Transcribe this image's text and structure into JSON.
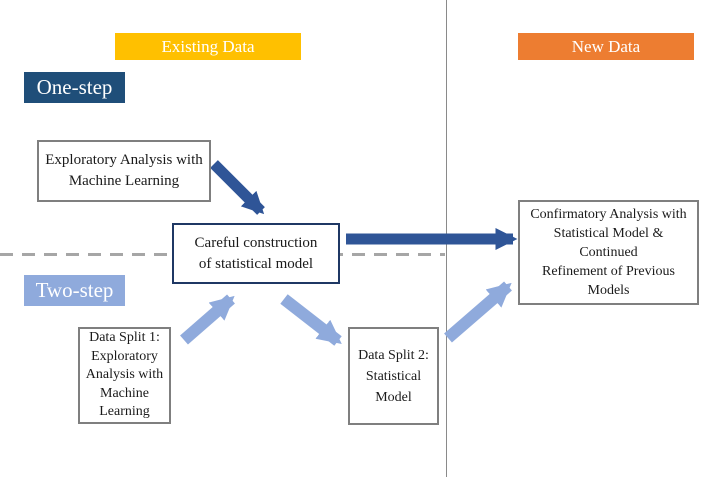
{
  "diagram": {
    "title_context": "One-step vs Two-step modeling workflow",
    "banners": {
      "existing_data": {
        "label": "Existing Data",
        "color": "#FFC000"
      },
      "new_data": {
        "label": "New Data",
        "color": "#ED7D31"
      },
      "one_step": {
        "label": "One-step",
        "color": "#1F4E79"
      },
      "two_step": {
        "label": "Two-step",
        "color": "#8FAADC"
      }
    },
    "boxes": {
      "exploratory": {
        "text": "Exploratory Analysis with Machine Learning",
        "lines": [
          "Exploratory Analysis with",
          "Machine Learning"
        ]
      },
      "careful": {
        "text": "Careful construction of statistical model",
        "lines": [
          "Careful construction",
          "of statistical model"
        ]
      },
      "data_split_1": {
        "text": "Data Split 1: Exploratory Analysis with Machine Learning",
        "lines": [
          "Data Split 1:",
          "Exploratory",
          "Analysis with",
          "Machine",
          "Learning"
        ]
      },
      "data_split_2": {
        "text": "Data Split 2: Statistical Model",
        "lines": [
          "Data Split 2:",
          "Statistical",
          "Model"
        ]
      },
      "confirmatory": {
        "text": "Confirmatory Analysis with Statistical Model & Continued Refinement of Previous Models",
        "lines": [
          "Confirmatory Analysis with",
          "Statistical Model &",
          "Continued",
          "Refinement of Previous",
          "Models"
        ]
      }
    },
    "colors": {
      "dark_arrow": "#2F5597",
      "light_arrow": "#8FAADC",
      "careful_box_border": "#1F3864",
      "box_border": "#7F7F7F",
      "vertical_divider": "#8A8A8A",
      "dashed_divider": "#A6A6A6"
    }
  }
}
